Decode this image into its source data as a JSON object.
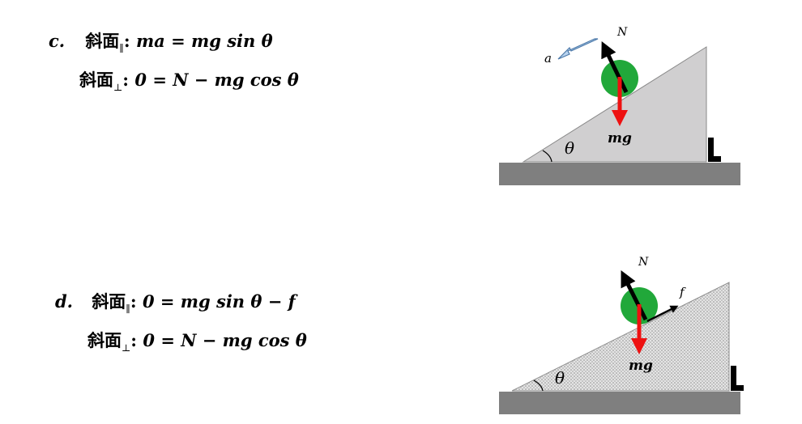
{
  "case_c": {
    "label": "c.",
    "eq1": {
      "plane": "斜面",
      "sub": "∥",
      "colon": ":",
      "lhs": "ma",
      "eq": "=",
      "rhs": "mg sin θ"
    },
    "eq2": {
      "plane": "斜面",
      "sub": "⊥",
      "colon": ":",
      "lhs": "0",
      "eq": "=",
      "rhs": "N − mg cos θ"
    },
    "diagram": {
      "normal": "N",
      "accel": "a",
      "weight": "mg",
      "angle": "θ"
    }
  },
  "case_d": {
    "label": "d.",
    "eq1": {
      "plane": "斜面",
      "sub": "∥",
      "colon": ":",
      "lhs": "0",
      "eq": "=",
      "rhs": "mg sin θ − f"
    },
    "eq2": {
      "plane": "斜面",
      "sub": "⊥",
      "colon": ":",
      "lhs": "0",
      "eq": "=",
      "rhs": "N − mg cos θ"
    },
    "diagram": {
      "normal": "N",
      "friction": "f",
      "weight": "mg",
      "angle": "θ"
    }
  },
  "colors": {
    "ground": "#7f7f7f",
    "incline": "#d0cfd0",
    "ball": "#21a83a",
    "weight_arrow": "#ee1111",
    "accel_arrow": "#b8d3ef",
    "accel_stroke": "#4b78a8"
  }
}
